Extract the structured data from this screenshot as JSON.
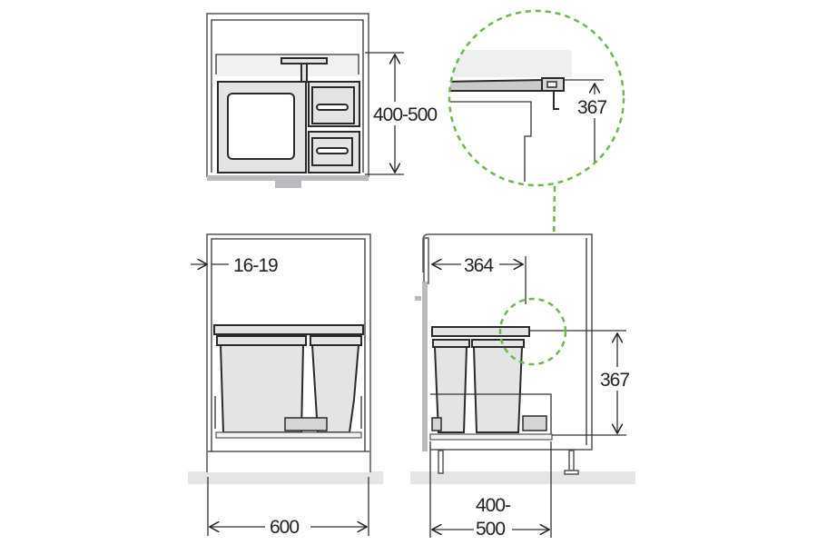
{
  "dimensions": {
    "top_view_height": "400-500",
    "detail_height": "367",
    "panel_thickness": "16-19",
    "side_depth_inner": "364",
    "side_height": "367",
    "cabinet_width": "600",
    "cabinet_depth_line1": "400-",
    "cabinet_depth_line2": "500"
  },
  "colors": {
    "detail_circle": "#6bb84a",
    "bin_fill": "#e3e4e6",
    "floor": "#e4e5e6"
  }
}
